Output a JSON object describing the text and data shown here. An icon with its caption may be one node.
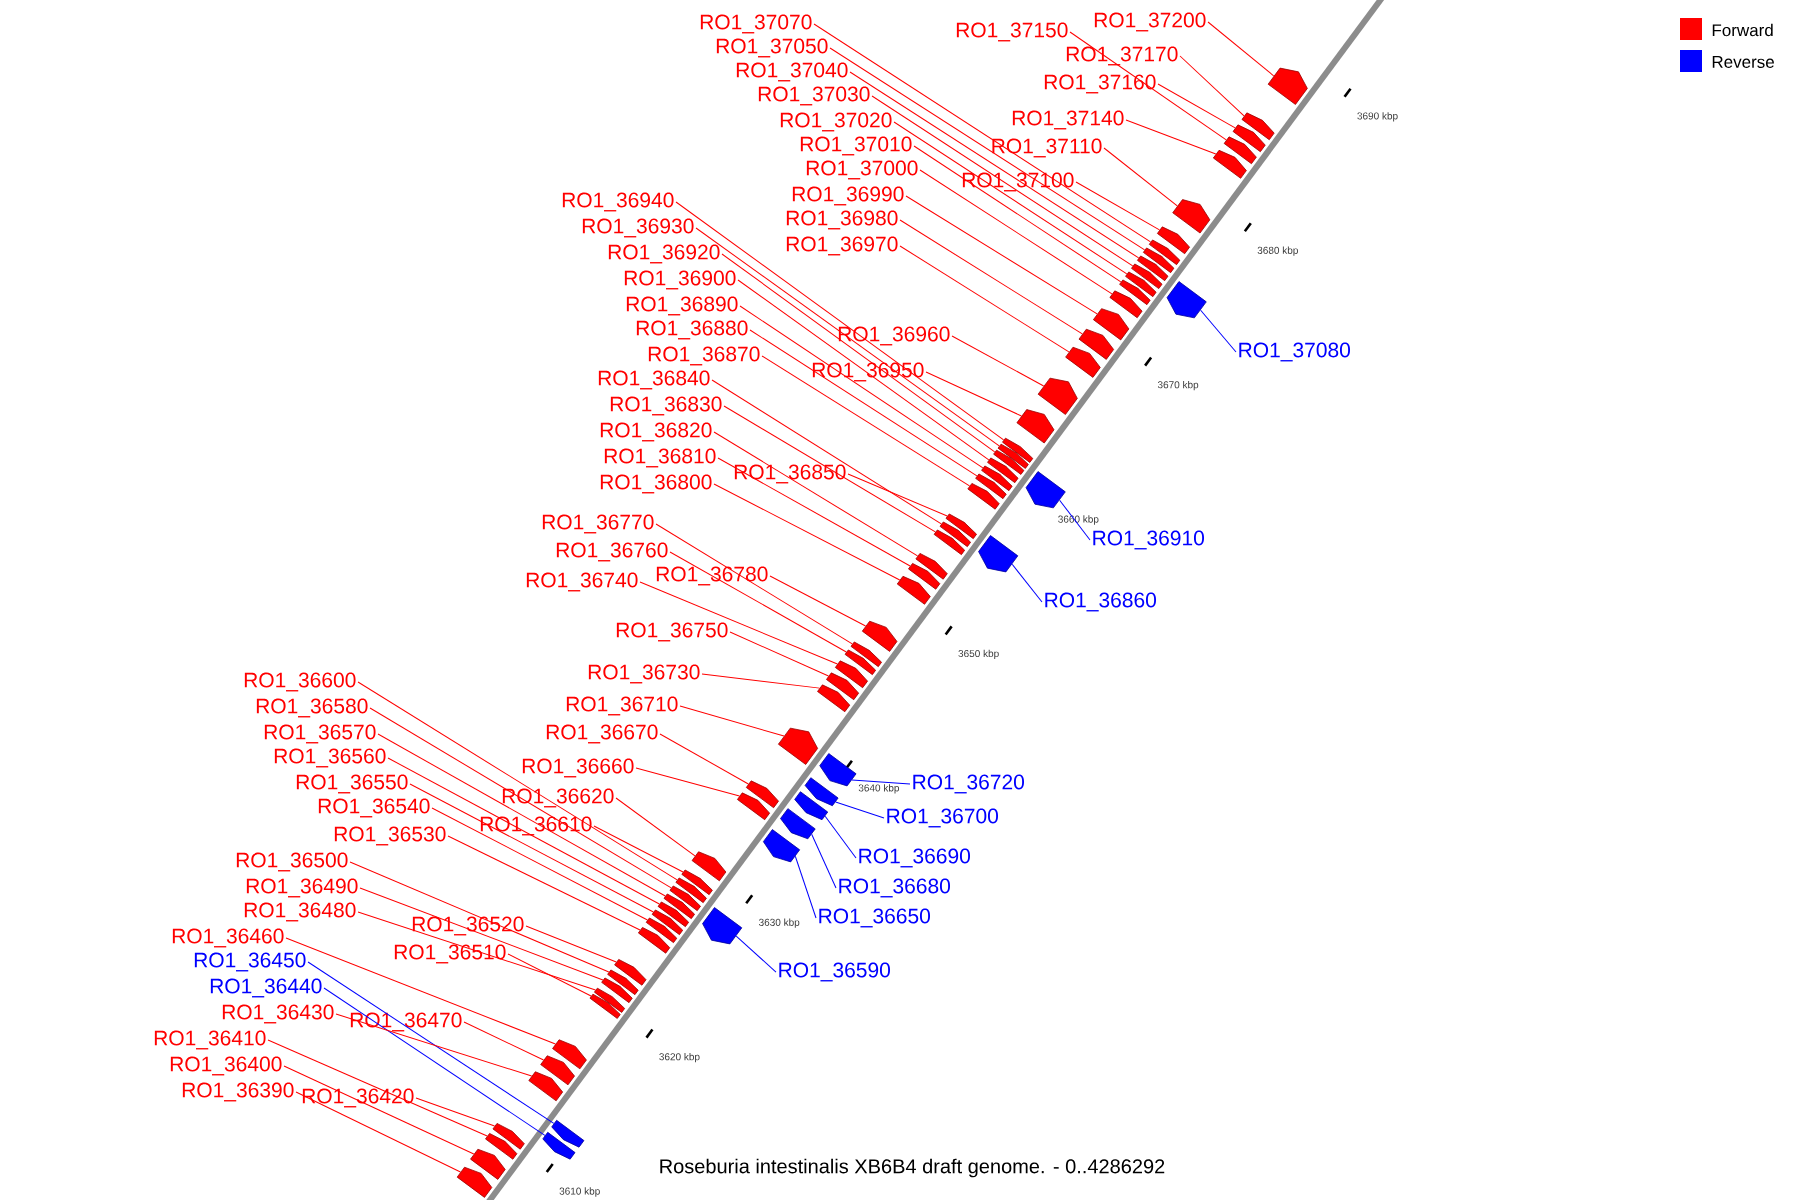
{
  "diagram": {
    "caption": "Roseburia intestinalis XB6B4 draft genome. - 0..4286292",
    "nodes": [
      {
        "text": [
          "RO1_37070"
        ]
      },
      {
        "text": [
          "RO1_37050"
        ]
      },
      {
        "text": [
          "RO1_37040"
        ]
      },
      {
        "text": [
          "RO1_37030"
        ]
      },
      {
        "text": [
          "RO1_37020"
        ]
      },
      {
        "text": [
          "RO1_37010"
        ]
      },
      {
        "text": [
          "RO1_37000"
        ]
      },
      {
        "text": [
          "RO1_36990"
        ]
      },
      {
        "text": [
          "RO1_36980"
        ]
      },
      {
        "text": [
          "RO1_36970"
        ]
      },
      {
        "text": [
          "RO1_37150"
        ]
      },
      {
        "text": [
          "RO1_37200"
        ]
      },
      {
        "text": [
          "RO1_37170"
        ]
      },
      {
        "text": [
          "RO1_37160"
        ]
      },
      {
        "text": [
          "RO1_37140"
        ]
      },
      {
        "text": [
          "RO1_37110"
        ]
      },
      {
        "text": [
          "RO1_37100"
        ]
      },
      {
        "text": [
          "RO1_36940"
        ]
      },
      {
        "text": [
          "RO1_36930"
        ]
      },
      {
        "text": [
          "RO1_36920"
        ]
      },
      {
        "text": [
          "RO1_36900"
        ]
      },
      {
        "text": [
          "RO1_36890"
        ]
      },
      {
        "text": [
          "RO1_36880"
        ]
      },
      {
        "text": [
          "RO1_36870"
        ]
      },
      {
        "text": [
          "RO1_36840"
        ]
      },
      {
        "text": [
          "RO1_36830"
        ]
      },
      {
        "text": [
          "RO1_36820"
        ]
      },
      {
        "text": [
          "RO1_36810"
        ]
      },
      {
        "text": [
          "RO1_36800"
        ]
      },
      {
        "text": [
          "RO1_36960"
        ]
      },
      {
        "text": [
          "RO1_36950"
        ]
      },
      {
        "text": [
          "RO1_36850"
        ]
      },
      {
        "text": [
          "RO1_37080"
        ]
      },
      {
        "text": [
          "RO1_36910"
        ]
      },
      {
        "text": [
          "RO1_36860"
        ]
      },
      {
        "text": [
          "RO1_36770"
        ]
      },
      {
        "text": [
          "RO1_36760"
        ]
      },
      {
        "text": [
          "RO1_36740"
        ]
      },
      {
        "text": [
          "RO1_36780"
        ]
      },
      {
        "text": [
          "RO1_36750"
        ]
      },
      {
        "text": [
          "RO1_36730"
        ]
      },
      {
        "text": [
          "RO1_36710"
        ]
      },
      {
        "text": [
          "RO1_36670"
        ]
      },
      {
        "text": [
          "RO1_36660"
        ]
      },
      {
        "text": [
          "RO1_36620"
        ]
      },
      {
        "text": [
          "RO1_36610"
        ]
      },
      {
        "text": [
          "RO1_36600"
        ]
      },
      {
        "text": [
          "RO1_36580"
        ]
      },
      {
        "text": [
          "RO1_36570"
        ]
      },
      {
        "text": [
          "RO1_36560"
        ]
      },
      {
        "text": [
          "RO1_36550"
        ]
      },
      {
        "text": [
          "RO1_36540"
        ]
      },
      {
        "text": [
          "RO1_36530"
        ]
      },
      {
        "text": [
          "RO1_36500"
        ]
      },
      {
        "text": [
          "RO1_36490"
        ]
      },
      {
        "text": [
          "RO1_36480"
        ]
      },
      {
        "text": [
          "RO1_36520"
        ]
      },
      {
        "text": [
          "RO1_36510"
        ]
      },
      {
        "text": [
          "RO1_36460"
        ]
      },
      {
        "text": [
          "RO1_36450"
        ]
      },
      {
        "text": [
          "RO1_36440"
        ]
      },
      {
        "text": [
          "RO1_36430"
        ]
      },
      {
        "text": [
          "RO1_36470"
        ]
      },
      {
        "text": [
          "RO1_36410"
        ]
      },
      {
        "text": [
          "RO1_36400"
        ]
      },
      {
        "text": [
          "RO1_36390"
        ]
      },
      {
        "text": [
          "RO1_36420"
        ]
      },
      {
        "text": [
          "RO1_36720"
        ]
      },
      {
        "text": [
          "RO1_36700"
        ]
      },
      {
        "text": [
          "RO1_36690"
        ]
      },
      {
        "text": [
          "RO1_36680"
        ]
      },
      {
        "text": [
          "RO1_36650"
        ]
      },
      {
        "text": [
          "RO1_36590"
        ]
      },
      {
        "text": [],
        "shape": "arrow"
      },
      {
        "text": [],
        "shape": "arrow"
      },
      {
        "text": [],
        "shape": "arrow"
      },
      {
        "text": [],
        "shape": "arrow"
      },
      {
        "text": [],
        "shape": "arrow"
      },
      {
        "text": [],
        "shape": "arrow"
      },
      {
        "text": [],
        "shape": "arrow"
      },
      {
        "text": [],
        "shape": "arrow"
      },
      {
        "text": [],
        "shape": "arrow"
      },
      {
        "text": [],
        "shape": "arrow"
      },
      {
        "text": [],
        "shape": "arrow"
      },
      {
        "text": [],
        "shape": "arrow"
      },
      {
        "text": [],
        "shape": "arrow"
      },
      {
        "text": [],
        "shape": "arrow"
      },
      {
        "text": [],
        "shape": "arrow"
      },
      {
        "text": [],
        "shape": "arrow"
      },
      {
        "text": [],
        "shape": "arrow"
      },
      {
        "text": [],
        "shape": "arrow"
      },
      {
        "text": [],
        "shape": "arrow"
      },
      {
        "text": [],
        "shape": "arrow"
      },
      {
        "text": [],
        "shape": "arrow"
      },
      {
        "text": [],
        "shape": "arrow"
      },
      {
        "text": [],
        "shape": "arrow"
      },
      {
        "text": [],
        "shape": "arrow"
      },
      {
        "text": [],
        "shape": "arrow"
      },
      {
        "text": [],
        "shape": "arrow"
      },
      {
        "text": [],
        "shape": "arrow"
      },
      {
        "text": [],
        "shape": "arrow"
      },
      {
        "text": [],
        "shape": "arrow"
      },
      {
        "text": [],
        "shape": "arrow"
      },
      {
        "text": [],
        "shape": "arrow"
      },
      {
        "text": [],
        "shape": "arrow"
      },
      {
        "text": [],
        "shape": "arrow"
      },
      {
        "text": [],
        "shape": "arrow"
      },
      {
        "text": [],
        "shape": "arrow"
      },
      {
        "text": [],
        "shape": "arrow"
      },
      {
        "text": [],
        "shape": "arrow"
      },
      {
        "text": [],
        "shape": "arrow"
      },
      {
        "text": [],
        "shape": "arrow"
      },
      {
        "text": [],
        "shape": "arrow"
      },
      {
        "text": [],
        "shape": "arrow"
      },
      {
        "text": [],
        "shape": "arrow"
      },
      {
        "text": [],
        "shape": "arrow"
      },
      {
        "text": [],
        "shape": "arrow"
      },
      {
        "text": [],
        "shape": "arrow"
      },
      {
        "text": [],
        "shape": "arrow"
      },
      {
        "text": [],
        "shape": "arrow"
      },
      {
        "text": [],
        "shape": "arrow"
      },
      {
        "text": [],
        "shape": "arrow"
      },
      {
        "text": [],
        "shape": "arrow"
      },
      {
        "text": [],
        "shape": "arrow"
      },
      {
        "text": [],
        "shape": "arrow"
      },
      {
        "text": [],
        "shape": "arrow"
      },
      {
        "text": [],
        "shape": "arrow"
      },
      {
        "text": [],
        "shape": "arrow"
      },
      {
        "text": [],
        "shape": "arrow"
      },
      {
        "text": [],
        "shape": "arrow"
      },
      {
        "text": [],
        "shape": "arrow"
      },
      {
        "text": [],
        "shape": "arrow"
      },
      {
        "text": [],
        "shape": "arrow"
      },
      {
        "text": [],
        "shape": "arrow"
      },
      {
        "text": [],
        "shape": "arrow"
      },
      {
        "text": [],
        "shape": "arrow"
      },
      {
        "text": [],
        "shape": "arrow"
      },
      {
        "text": [],
        "shape": "arrow"
      },
      {
        "text": [],
        "shape": "arrow"
      },
      {
        "text": [],
        "shape": "arrow"
      },
      {
        "text": [],
        "shape": "arrow"
      },
      {
        "text": [],
        "shape": "arrow"
      },
      {
        "text": [],
        "shape": "arrow"
      },
      {
        "text": [],
        "shape": "arrow"
      },
      {
        "text": [],
        "shape": "arrow"
      },
      {
        "text": [],
        "shape": "arrow"
      }
    ],
    "edges": [
      {
        "from": 0,
        "to": 73,
        "arrow": "none"
      },
      {
        "from": 1,
        "to": 74,
        "arrow": "none"
      },
      {
        "from": 2,
        "to": 75,
        "arrow": "none"
      },
      {
        "from": 3,
        "to": 76,
        "arrow": "none"
      },
      {
        "from": 4,
        "to": 77,
        "arrow": "none"
      },
      {
        "from": 5,
        "to": 78,
        "arrow": "none"
      },
      {
        "from": 6,
        "to": 79,
        "arrow": "none"
      },
      {
        "from": 7,
        "to": 80,
        "arrow": "none"
      },
      {
        "from": 8,
        "to": 81,
        "arrow": "none"
      },
      {
        "from": 9,
        "to": 82,
        "arrow": "none"
      },
      {
        "from": 10,
        "to": 83,
        "arrow": "none"
      },
      {
        "from": 11,
        "to": 84,
        "arrow": "none"
      },
      {
        "from": 12,
        "to": 85,
        "arrow": "none"
      },
      {
        "from": 13,
        "to": 86,
        "arrow": "none"
      },
      {
        "from": 14,
        "to": 87,
        "arrow": "none"
      },
      {
        "from": 15,
        "to": 88,
        "arrow": "none"
      },
      {
        "from": 16,
        "to": 89,
        "arrow": "none"
      },
      {
        "from": 17,
        "to": 90,
        "arrow": "none"
      },
      {
        "from": 18,
        "to": 91,
        "arrow": "none"
      },
      {
        "from": 19,
        "to": 92,
        "arrow": "none"
      },
      {
        "from": 20,
        "to": 93,
        "arrow": "none"
      },
      {
        "from": 21,
        "to": 94,
        "arrow": "none"
      },
      {
        "from": 22,
        "to": 95,
        "arrow": "none"
      },
      {
        "from": 23,
        "to": 96,
        "arrow": "none"
      },
      {
        "from": 24,
        "to": 97,
        "arrow": "none"
      },
      {
        "from": 25,
        "to": 98,
        "arrow": "none"
      },
      {
        "from": 26,
        "to": 99,
        "arrow": "none"
      },
      {
        "from": 27,
        "to": 100,
        "arrow": "none"
      },
      {
        "from": 28,
        "to": 101,
        "arrow": "none"
      },
      {
        "from": 29,
        "to": 102,
        "arrow": "none"
      },
      {
        "from": 30,
        "to": 103,
        "arrow": "none"
      },
      {
        "from": 31,
        "to": 104,
        "arrow": "none"
      },
      {
        "from": 32,
        "to": 105,
        "arrow": "none",
        "color": "#0000ff"
      },
      {
        "from": 33,
        "to": 106,
        "arrow": "none",
        "color": "#0000ff"
      },
      {
        "from": 34,
        "to": 107,
        "arrow": "none",
        "color": "#0000ff"
      },
      {
        "from": 35,
        "to": 108,
        "arrow": "none"
      },
      {
        "from": 36,
        "to": 109,
        "arrow": "none"
      },
      {
        "from": 37,
        "to": 110,
        "arrow": "none"
      },
      {
        "from": 38,
        "to": 111,
        "arrow": "none"
      },
      {
        "from": 39,
        "to": 112,
        "arrow": "none"
      },
      {
        "from": 40,
        "to": 113,
        "arrow": "none"
      },
      {
        "from": 41,
        "to": 114,
        "arrow": "none"
      },
      {
        "from": 42,
        "to": 115,
        "arrow": "none"
      },
      {
        "from": 43,
        "to": 116,
        "arrow": "none"
      },
      {
        "from": 44,
        "to": 117,
        "arrow": "none"
      },
      {
        "from": 45,
        "to": 118,
        "arrow": "none"
      },
      {
        "from": 46,
        "to": 119,
        "arrow": "none"
      },
      {
        "from": 47,
        "to": 120,
        "arrow": "none"
      },
      {
        "from": 48,
        "to": 121,
        "arrow": "none"
      },
      {
        "from": 49,
        "to": 122,
        "arrow": "none"
      },
      {
        "from": 50,
        "to": 123,
        "arrow": "none"
      },
      {
        "from": 51,
        "to": 124,
        "arrow": "none"
      },
      {
        "from": 52,
        "to": 125,
        "arrow": "none"
      },
      {
        "from": 53,
        "to": 126,
        "arrow": "none"
      },
      {
        "from": 54,
        "to": 127,
        "arrow": "none"
      },
      {
        "from": 55,
        "to": 128,
        "arrow": "none"
      },
      {
        "from": 56,
        "to": 129,
        "arrow": "none"
      },
      {
        "from": 57,
        "to": 130,
        "arrow": "none"
      },
      {
        "from": 58,
        "to": 131,
        "arrow": "none"
      },
      {
        "from": 59,
        "to": 132,
        "arrow": "none",
        "color": "#0000ff"
      },
      {
        "from": 60,
        "to": 133,
        "arrow": "none",
        "color": "#0000ff"
      },
      {
        "from": 61,
        "to": 134,
        "arrow": "none"
      },
      {
        "from": 62,
        "to": 135,
        "arrow": "none"
      },
      {
        "from": 63,
        "to": 136,
        "arrow": "none"
      },
      {
        "from": 64,
        "to": 137,
        "arrow": "none"
      },
      {
        "from": 65,
        "to": 138,
        "arrow": "none"
      },
      {
        "from": 66,
        "to": 139,
        "arrow": "none"
      },
      {
        "from": 67,
        "to": 140,
        "arrow": "none",
        "color": "#0000ff"
      },
      {
        "from": 68,
        "to": 141,
        "arrow": "none",
        "color": "#0000ff"
      },
      {
        "from": 69,
        "to": 142,
        "arrow": "none",
        "color": "#0000ff"
      },
      {
        "from": 70,
        "to": 143,
        "arrow": "none",
        "color": "#0000ff"
      },
      {
        "from": 71,
        "to": 144,
        "arrow": "none",
        "color": "#0000ff"
      },
      {
        "from": 72,
        "to": 145,
        "arrow": "none",
        "color": "#0000ff"
      }
    ],
    "labels": [
      "3610 kbp",
      "3620 kbp",
      "3630 kbp",
      "3640 kbp",
      "3650 kbp",
      "3660 kbp",
      "3670 kbp",
      "3680 kbp",
      "3690 kbp"
    ],
    "legend": [
      {
        "text": "Forward",
        "color": "#ff0000"
      },
      {
        "text": "Reverse",
        "color": "#0000ff"
      }
    ]
  }
}
